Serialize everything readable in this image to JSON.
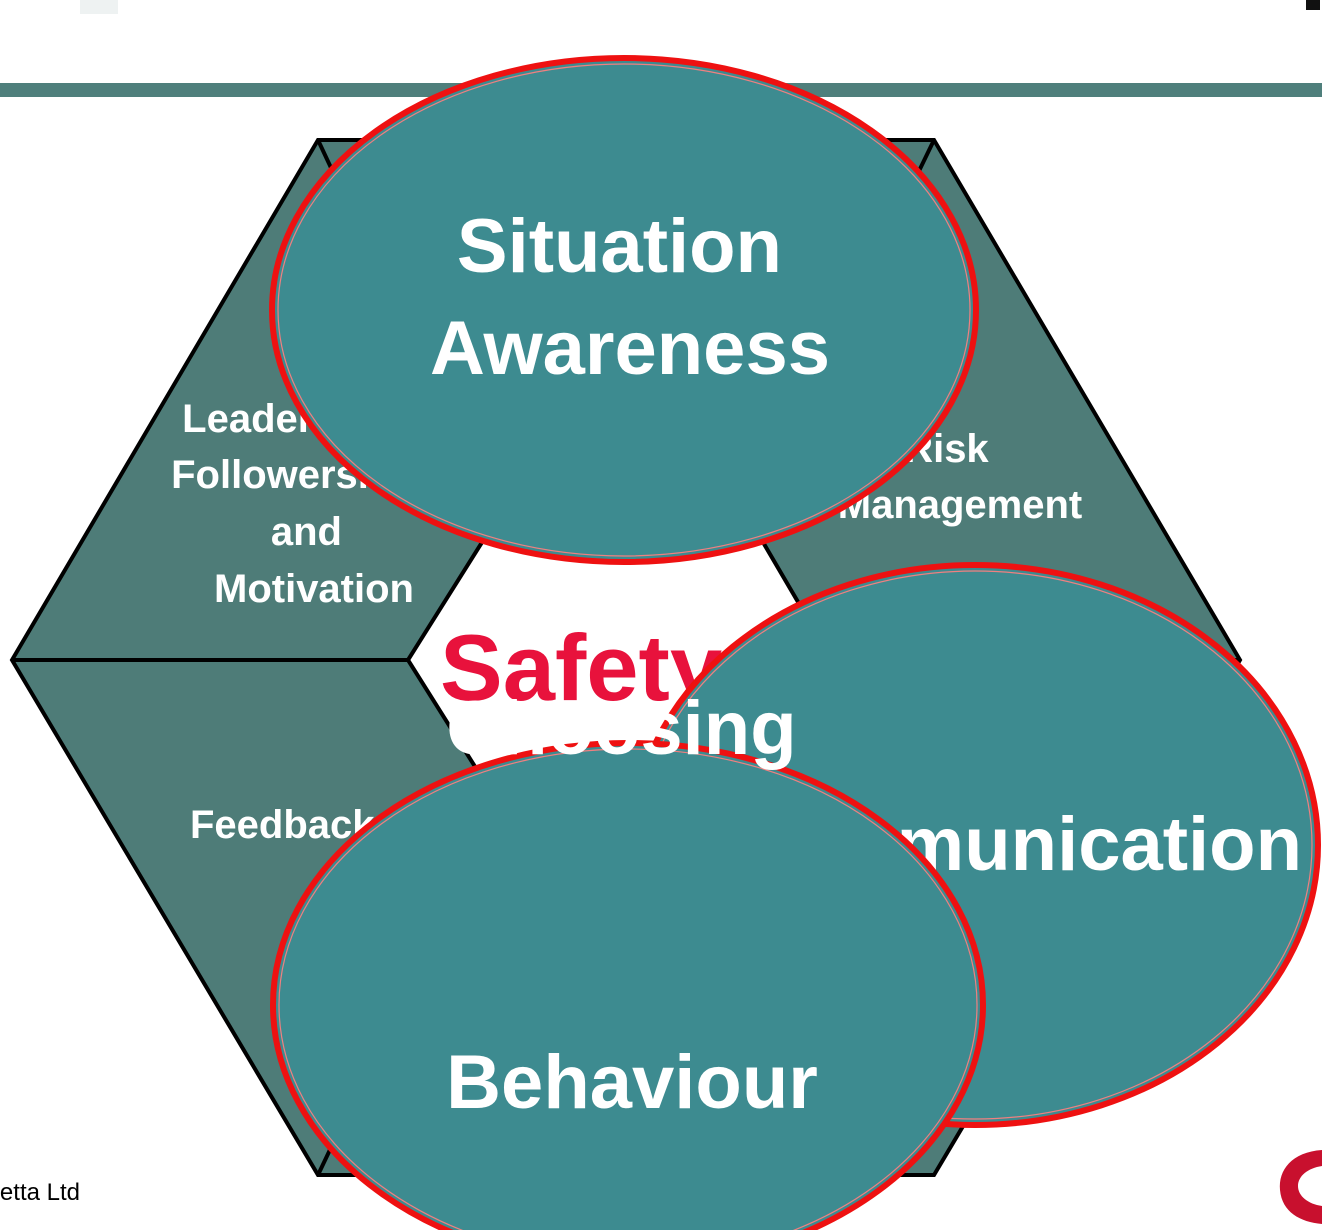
{
  "diagram": {
    "center_label": "Safety",
    "segments": {
      "leadership": [
        "Leadership,",
        "Followership",
        "and",
        "Motivation"
      ],
      "risk_management": [
        "Risk",
        "Management"
      ],
      "feedback": [
        "Feedback"
      ]
    },
    "ovals": {
      "situation_awareness": [
        "Situation",
        "Awareness"
      ],
      "communication": [
        "Communication"
      ],
      "choosing_behaviour": [
        "Choosing",
        "Behaviour"
      ]
    }
  },
  "footer": {
    "copyright": "© Integrated Safety Support / Atkins / Silhouetta Ltd"
  },
  "colors": {
    "header_bar": "#4f7f7c",
    "hexagon_segment": "#4e7c78",
    "oval_fill": "#3d8b90",
    "oval_border": "#ee1111",
    "safety_text": "#e8123c",
    "logo": "#c8102e"
  }
}
